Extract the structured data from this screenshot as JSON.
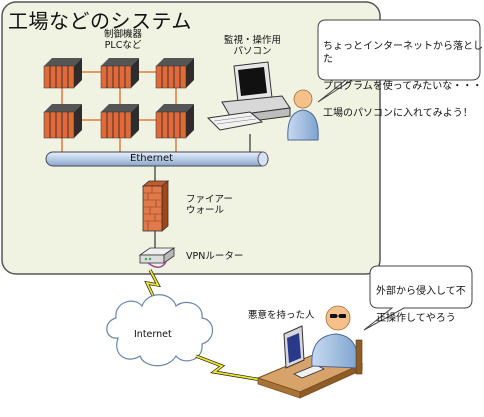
{
  "title": "工場などのシステム",
  "labels": {
    "controllers": [
      "制御機器",
      "PLCなど"
    ],
    "monitor_pc": [
      "監視・操作用",
      "パソコン"
    ],
    "ethernet": "Ethernet",
    "firewall": [
      "ファイアー",
      "ウォール"
    ],
    "vpn_router": "VPNルーター",
    "internet": "Internet",
    "attacker": "悪意を持った人"
  },
  "bubbles": {
    "operator": [
      "ちょっとインターネットから落とした",
      "プログラムを使ってみたいな・・・",
      "工場のパソコンに入れてみよう！"
    ],
    "attacker": [
      "外部から侵入して不",
      "正操作してやろう"
    ]
  },
  "colors": {
    "factory_bg": "#f1f3e2",
    "ethernet_bar": "#b8cde6",
    "server_red": "#e06a3a",
    "server_dark": "#3a3a3a",
    "firewall": "#e07a4a",
    "cloud": "#ffffff",
    "person": "#8fb2dc",
    "lightning": "#f0e62a"
  }
}
